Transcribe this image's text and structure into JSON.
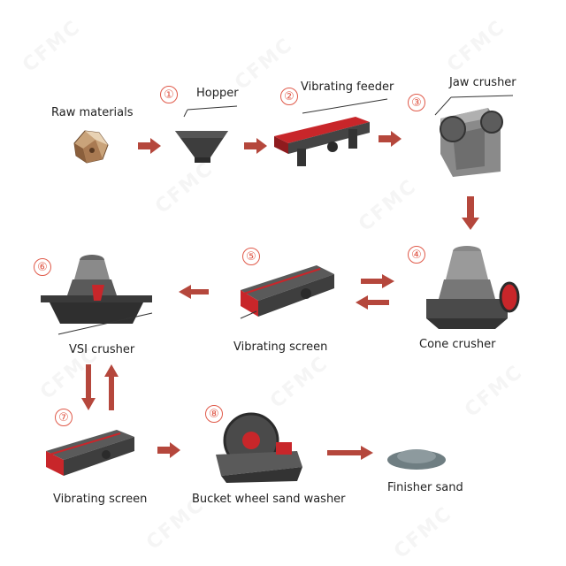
{
  "watermark": "CFMC",
  "colors": {
    "arrow": "#b5473c",
    "number": "#e05a4a",
    "machine_red": "#c8262a",
    "machine_dark": "#3a3a3a"
  },
  "steps": [
    {
      "num": "①",
      "label": "Hopper"
    },
    {
      "num": "②",
      "label": "Vibrating feeder"
    },
    {
      "num": "③",
      "label": "Jaw crusher"
    },
    {
      "num": "④",
      "label": "Cone crusher"
    },
    {
      "num": "⑤",
      "label": "Vibrating screen"
    },
    {
      "num": "⑥",
      "label": "VSI crusher"
    },
    {
      "num": "⑦",
      "label": "Vibrating screen"
    },
    {
      "num": "⑧",
      "label": "Bucket wheel sand washer"
    }
  ],
  "raw_materials": "Raw materials",
  "finished": "Finisher sand"
}
